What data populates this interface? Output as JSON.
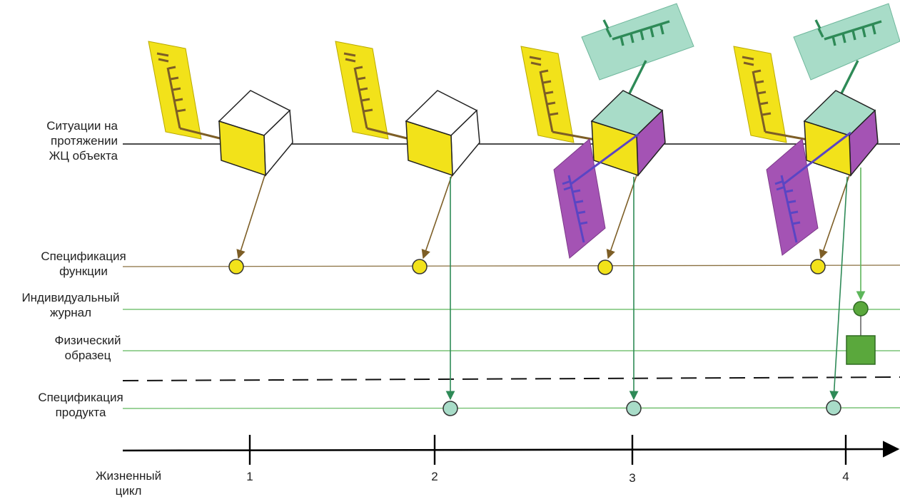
{
  "rows": {
    "situations": [
      "Ситуации на",
      "протяжении",
      "ЖЦ объекта"
    ],
    "function_spec": [
      "Спецификация",
      "функции"
    ],
    "individual_log": [
      "Индивидуальный",
      "журнал"
    ],
    "physical_sample": [
      "Физический",
      "образец"
    ],
    "product_spec": [
      "Спецификация",
      "продукта"
    ]
  },
  "axis": {
    "label": [
      "Жизненный",
      "цикл"
    ],
    "ticks": [
      "1",
      "2",
      "3",
      "4"
    ]
  },
  "colors": {
    "yellow": "#f2e21a",
    "teal": "#a8dcc8",
    "purple": "#a453b4",
    "brown": "#7d5e26",
    "green_dark": "#2e8a57",
    "green_light": "#7bc46b",
    "blue_violet": "#5a45c4"
  }
}
